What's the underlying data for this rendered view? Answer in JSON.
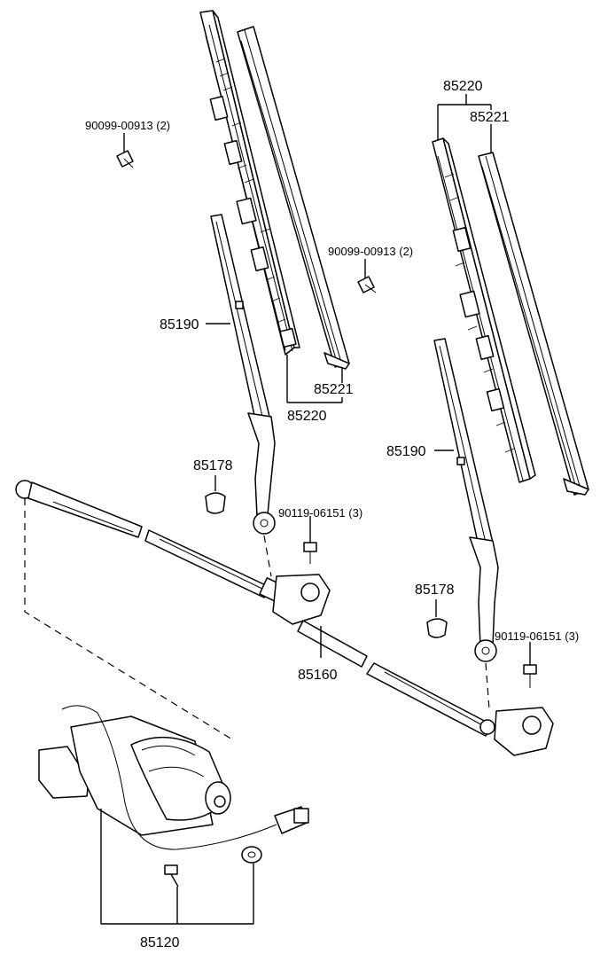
{
  "labels": {
    "screw_left_top": "90099-00913 (2)",
    "screw_right_mid": "90099-00913 (2)",
    "blade_right_top": "85220",
    "insert_right_top": "85221",
    "arm_left": "85190",
    "insert_left": "85221",
    "blade_left": "85220",
    "cap_left": "85178",
    "nut_left": "90119-06151 (3)",
    "arm_right": "85190",
    "cap_right": "85178",
    "nut_right": "90119-06151 (3)",
    "link_rod": "85160",
    "motor": "85120"
  }
}
